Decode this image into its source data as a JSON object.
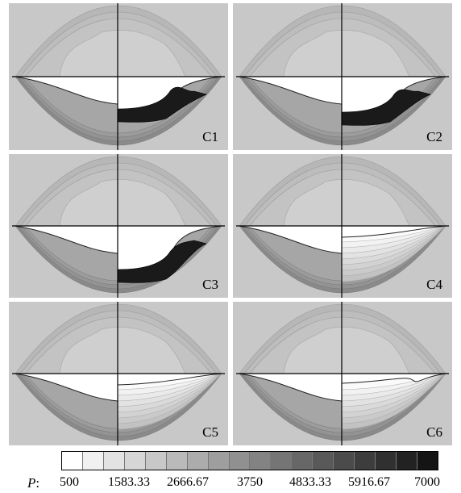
{
  "panels": [
    {
      "label": "C1",
      "variant": "bulge"
    },
    {
      "label": "C2",
      "variant": "bulge-wide"
    },
    {
      "label": "C3",
      "variant": "bulge-right"
    },
    {
      "label": "C4",
      "variant": "flat"
    },
    {
      "label": "C5",
      "variant": "flat"
    },
    {
      "label": "C6",
      "variant": "bump"
    }
  ],
  "colorbar": {
    "variable": "P",
    "variable_suffix": ":",
    "tick_labels": [
      "500",
      "1583.33",
      "2666.67",
      "3750",
      "4833.33",
      "5916.67",
      "7000"
    ],
    "min": 500,
    "max": 7000,
    "levels": 18
  },
  "colors": {
    "background": "#c8c8c8",
    "lightest": "#ffffff",
    "darkest": "#141414"
  }
}
